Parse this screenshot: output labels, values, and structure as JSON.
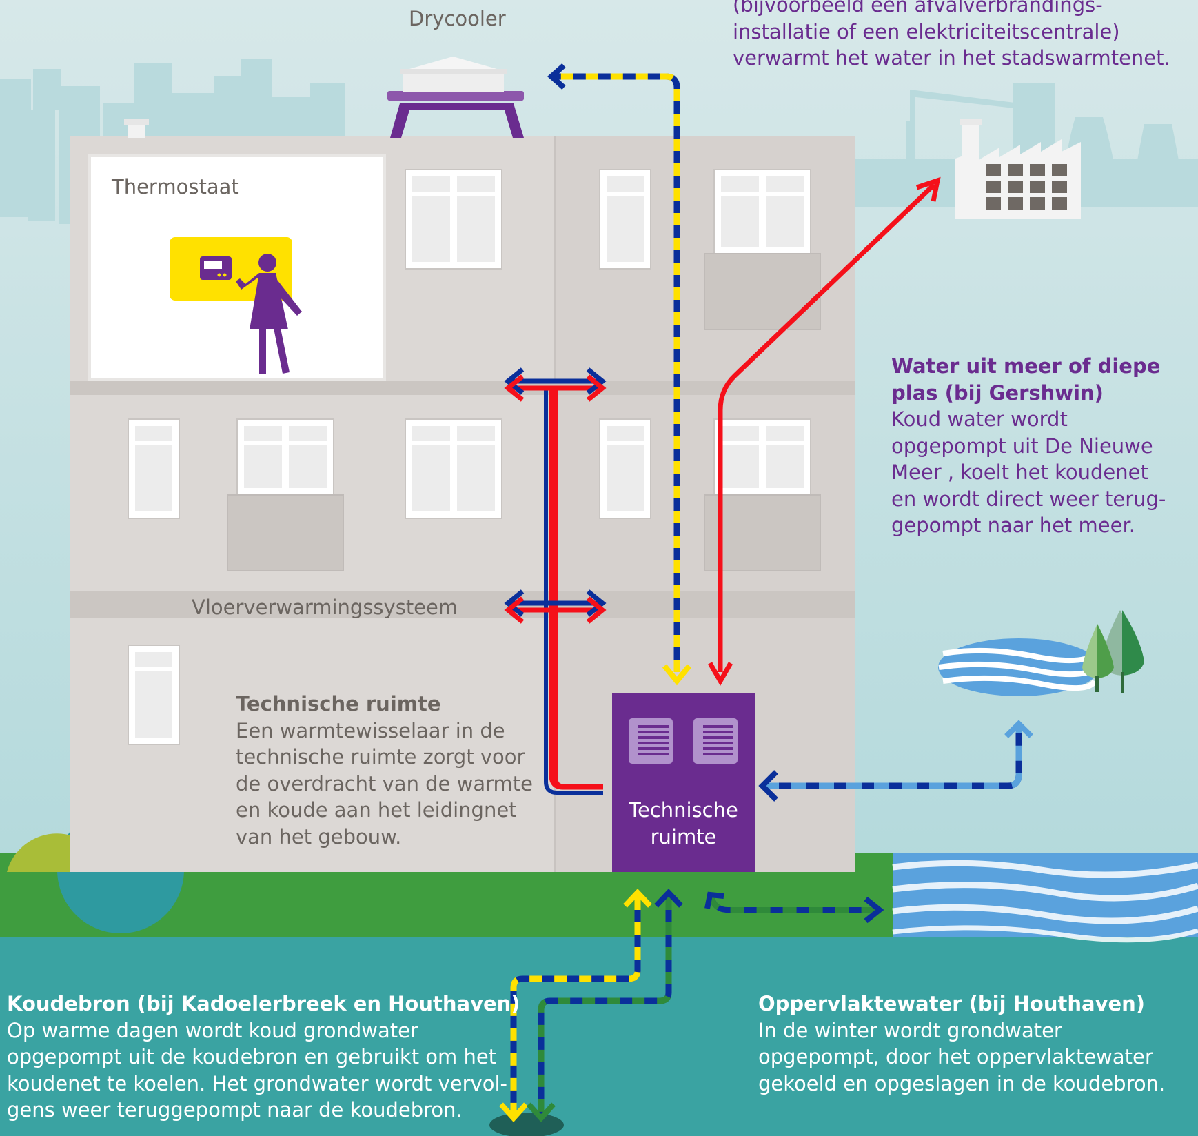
{
  "labels": {
    "drycooler": "Drycooler",
    "thermostaat": "Thermostaat",
    "vloerverwarming": "Vloerverwarmingssysteem",
    "technische_ruimte_box": [
      "Technische",
      "ruimte"
    ]
  },
  "stadswarmte": {
    "lines": [
      "(bijvoorbeeld een afvalverbrandings-",
      "installatie of een elektriciteitscentrale)",
      "verwarmt het water in het stadswarmtenet."
    ]
  },
  "technische_ruimte": {
    "heading": "Technische ruimte",
    "lines": [
      "Een warmtewisselaar in de",
      "technische ruimte zorgt voor",
      "de overdracht van de warmte",
      "en koude aan het leidingnet",
      "van het gebouw."
    ]
  },
  "meer": {
    "heading": [
      "Water uit meer of diepe",
      "plas (bij Gershwin)"
    ],
    "lines": [
      "Koud water wordt",
      "opgepompt uit De Nieuwe",
      "Meer , koelt het koudenet",
      "en wordt direct weer terug-",
      "gepompt naar het meer."
    ]
  },
  "koudebron": {
    "heading": "Koudebron (bij Kadoelerbreek en Houthaven)",
    "lines": [
      "Op warme dagen wordt koud grondwater",
      "opgepompt uit de koudebron en gebruikt om het",
      "koudenet te koelen. Het grondwater wordt vervol-",
      "gens weer teruggepompt naar de koudebron."
    ]
  },
  "oppervlaktewater": {
    "heading": "Oppervlaktewater (bij Houthaven)",
    "lines": [
      "In de winter wordt grondwater",
      "opgepompt, door het oppervlaktewater",
      "gekoeld en opgeslagen in de koudebron."
    ]
  },
  "colors": {
    "warm_pipe": "#f5101a",
    "cold_pipe": "#0a2f9a",
    "yellow_dash": "#ffe100",
    "lightblue_dash": "#5aa2dd",
    "green_dash": "#2f8a3a",
    "purple": "#6a2c8f",
    "grass": "#3f9d3f",
    "water_teal": "#3aa3a2",
    "building": "#dcd8d5"
  }
}
